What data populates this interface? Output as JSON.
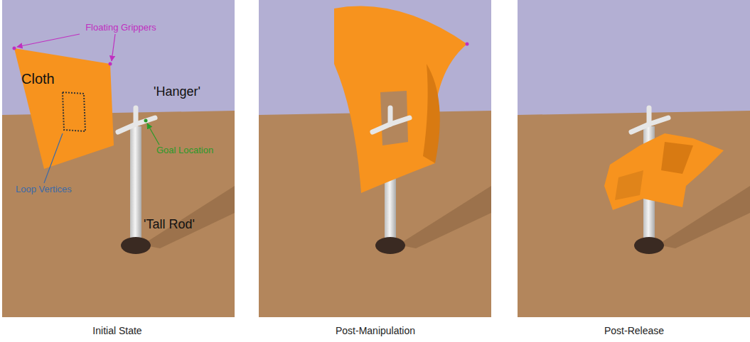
{
  "diagram": {
    "labels": [
      "Floating Grippers",
      "Cloth",
      "'Hanger'",
      "Goal Location",
      "Loop Vertices",
      "'Tall Rod'",
      "Initial State",
      "Post-Manipulation",
      "Post-Release"
    ]
  }
}
